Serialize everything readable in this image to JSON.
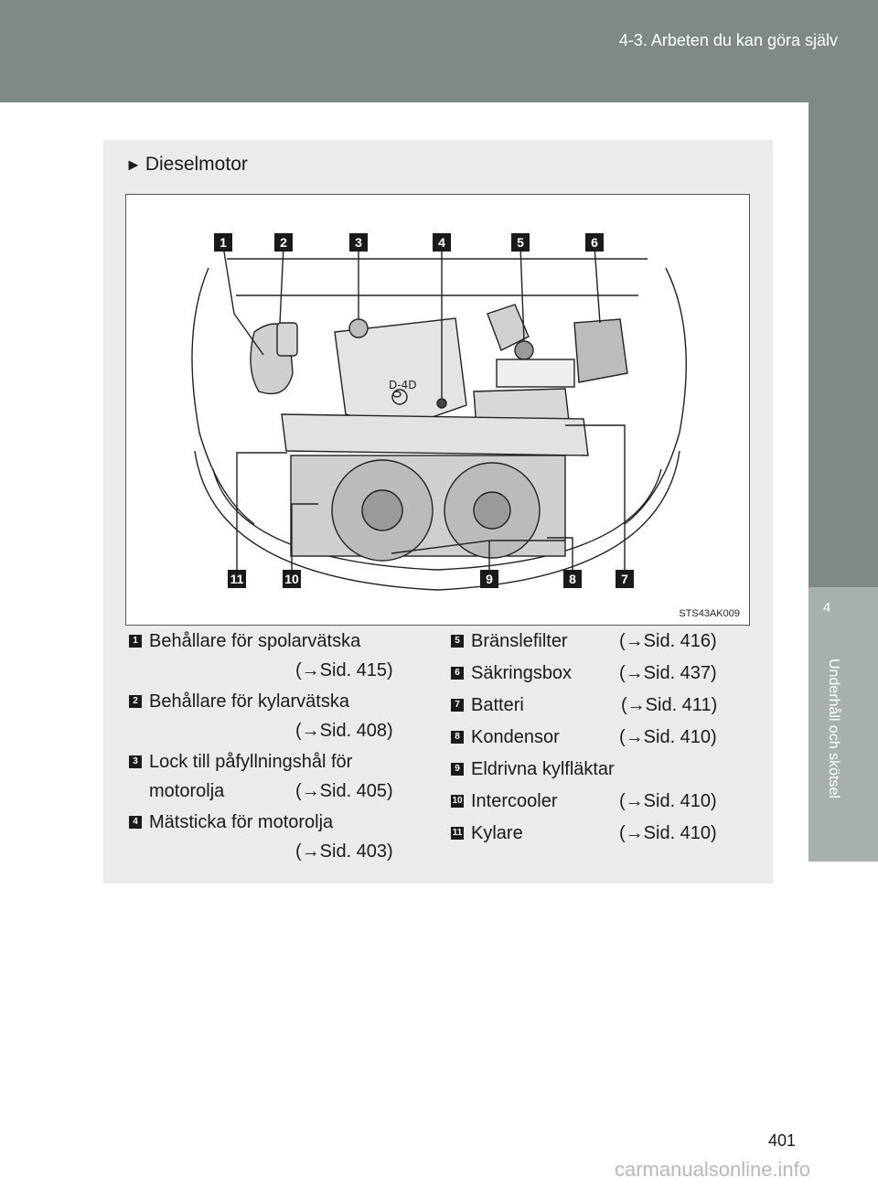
{
  "header": {
    "title": "4-3. Arbeten du kan göra själv"
  },
  "side_tab": {
    "chapter_number": "4",
    "chapter_title": "Underhåll och skötsel"
  },
  "section": {
    "marker": "►",
    "title": "Dieselmotor"
  },
  "figure": {
    "code": "STS43AK009",
    "callouts_top": [
      "1",
      "2",
      "3",
      "4",
      "5",
      "6"
    ],
    "callouts_bottom": [
      "11",
      "10",
      "9",
      "8",
      "7"
    ]
  },
  "items_left": [
    {
      "num": "1",
      "label": "Behållare för spolarvätska",
      "ref": "(→Sid. 415)"
    },
    {
      "num": "2",
      "label": "Behållare för kylarvätska",
      "ref": "(→Sid. 408)"
    },
    {
      "num": "3",
      "label": "Lock till påfyllningshål för",
      "label2": "motorolja",
      "ref": "(→Sid. 405)"
    },
    {
      "num": "4",
      "label": "Mätsticka för motorolja",
      "ref": "(→Sid. 403)"
    }
  ],
  "items_right": [
    {
      "num": "5",
      "label": "Bränslefilter",
      "ref": "(→Sid. 416)"
    },
    {
      "num": "6",
      "label": "Säkringsbox",
      "ref": "(→Sid. 437)"
    },
    {
      "num": "7",
      "label": "Batteri",
      "ref": "(→Sid. 411)"
    },
    {
      "num": "8",
      "label": "Kondensor",
      "ref": "(→Sid. 410)"
    },
    {
      "num": "9",
      "label": "Eldrivna kylfläktar",
      "ref": ""
    },
    {
      "num": "10",
      "label": "Intercooler",
      "ref": "(→Sid. 410)"
    },
    {
      "num": "11",
      "label": "Kylare",
      "ref": "(→Sid. 410)"
    }
  ],
  "page_number": "401",
  "watermark": "carmanualsonline.info"
}
